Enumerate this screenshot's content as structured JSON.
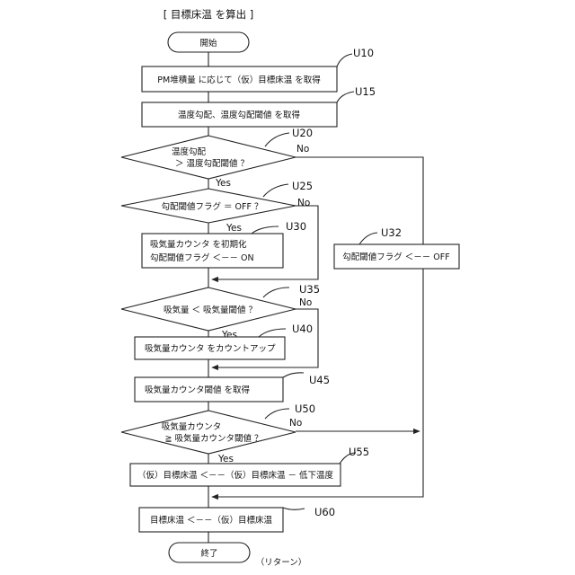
{
  "title": "[ 目標床温 を算出 ]",
  "terminals": {
    "start": "開始",
    "end": "終了",
    "return_note": "（リターン）"
  },
  "steps": {
    "U10": {
      "id": "U10",
      "text": "PM堆積量 に応じて（仮）目標床温 を取得"
    },
    "U15": {
      "id": "U15",
      "text": "温度勾配、温度勾配閾値 を取得"
    },
    "U20": {
      "id": "U20",
      "line1": "温度勾配",
      "line2": "＞ 温度勾配閾値 ？"
    },
    "U25": {
      "id": "U25",
      "text": "勾配閾値フラグ ＝ OFF ？"
    },
    "U30": {
      "id": "U30",
      "line1": "吸気量カウンタ を初期化",
      "line2": "勾配閾値フラグ ＜－－ ON"
    },
    "U32": {
      "id": "U32",
      "text": "勾配閾値フラグ ＜－－ OFF"
    },
    "U35": {
      "id": "U35",
      "text": "吸気量 ＜ 吸気量閾値 ？"
    },
    "U40": {
      "id": "U40",
      "text": "吸気量カウンタ をカウントアップ"
    },
    "U45": {
      "id": "U45",
      "text": "吸気量カウンタ閾値 を取得"
    },
    "U50": {
      "id": "U50",
      "line1": "吸気量カウンタ",
      "line2": "≧ 吸気量カウンタ閾値 ？"
    },
    "U55": {
      "id": "U55",
      "text": "（仮）目標床温 ＜－－（仮）目標床温 － 低下温度"
    },
    "U60": {
      "id": "U60",
      "text": "目標床温 ＜－－（仮）目標床温"
    }
  },
  "branch_labels": {
    "yes": "Yes",
    "no": "No"
  }
}
